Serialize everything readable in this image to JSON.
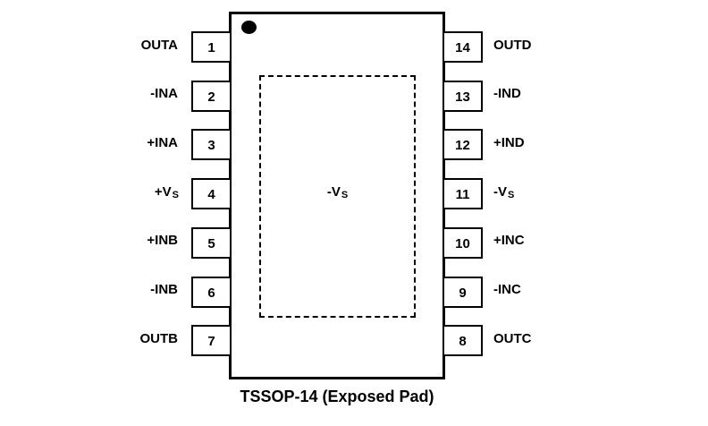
{
  "diagram": {
    "caption": "TSSOP-14 (Exposed Pad)",
    "exposed_pad": {
      "label_main": "-V",
      "label_sub": "S"
    },
    "left_pins": [
      {
        "number": "1",
        "name": "OUTA",
        "sub": ""
      },
      {
        "number": "2",
        "name": "-INA",
        "sub": ""
      },
      {
        "number": "3",
        "name": "+INA",
        "sub": ""
      },
      {
        "number": "4",
        "name": "+V",
        "sub": "S"
      },
      {
        "number": "5",
        "name": "+INB",
        "sub": ""
      },
      {
        "number": "6",
        "name": "-INB",
        "sub": ""
      },
      {
        "number": "7",
        "name": "OUTB",
        "sub": ""
      }
    ],
    "right_pins": [
      {
        "number": "14",
        "name": "OUTD",
        "sub": ""
      },
      {
        "number": "13",
        "name": "-IND",
        "sub": ""
      },
      {
        "number": "12",
        "name": "+IND",
        "sub": ""
      },
      {
        "number": "11",
        "name": "-V",
        "sub": "S"
      },
      {
        "number": "10",
        "name": "+INC",
        "sub": ""
      },
      {
        "number": "9",
        "name": "-INC",
        "sub": ""
      },
      {
        "number": "8",
        "name": "OUTC",
        "sub": ""
      }
    ]
  }
}
